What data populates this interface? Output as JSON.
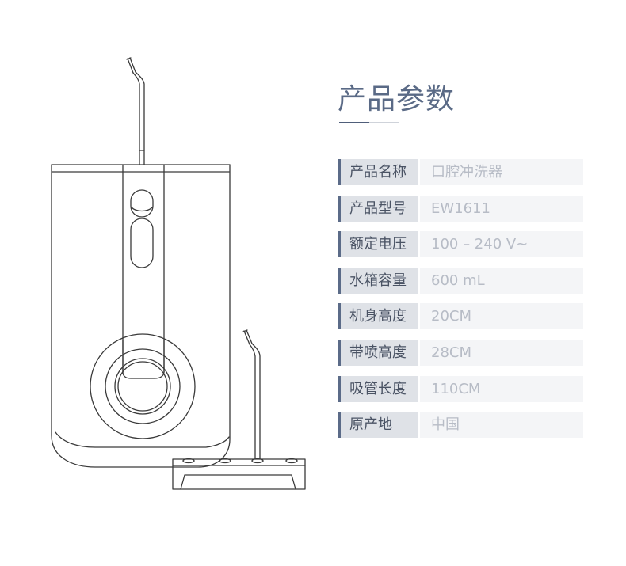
{
  "section_title": "产品参数",
  "specs": [
    {
      "label": "产品名称",
      "value": "口腔冲洗器"
    },
    {
      "label": "产品型号",
      "value": "EW1611"
    },
    {
      "label": "额定电压",
      "value": "100 – 240 V~"
    },
    {
      "label": "水箱容量",
      "value": "600 mL"
    },
    {
      "label": "机身高度",
      "value": "20CM"
    },
    {
      "label": "带喷高度",
      "value": "28CM"
    },
    {
      "label": "吸管长度",
      "value": "110CM"
    },
    {
      "label": "原产地",
      "value": "中国"
    }
  ],
  "colors": {
    "accent": "#5b6b88",
    "title": "#5a6a86",
    "label_bg": "#dfe2e7",
    "value_bg": "#f4f5f7",
    "value_text": "#b7bcc6",
    "line_art": "#3a3a3a"
  }
}
